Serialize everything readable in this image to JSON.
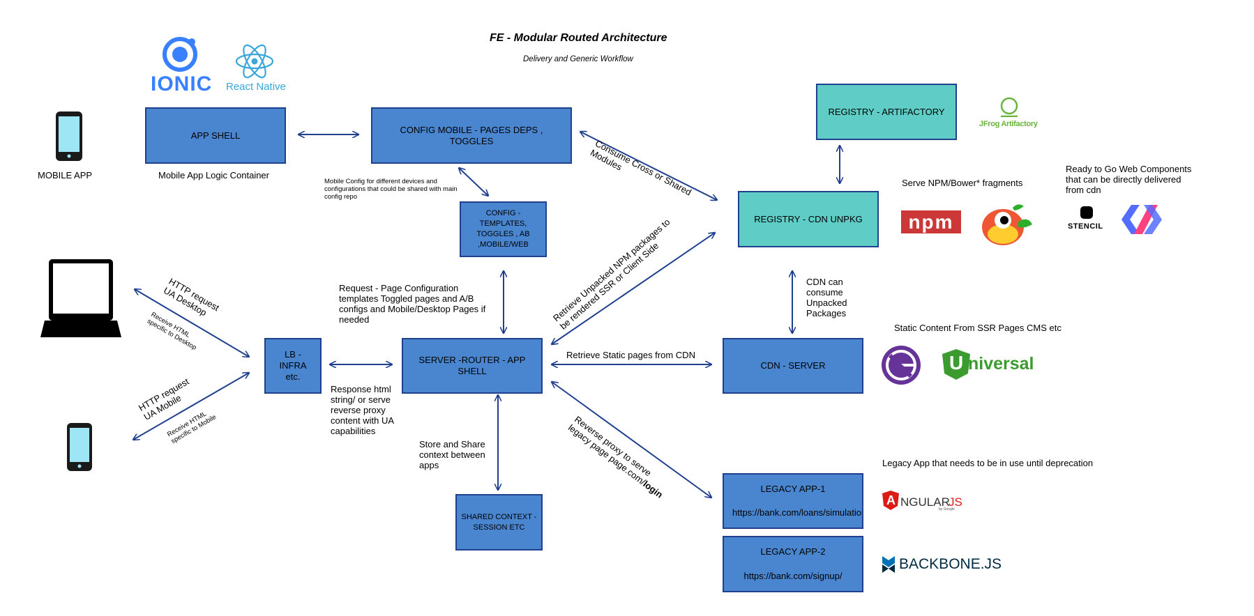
{
  "title": "FE -  Modular Routed Architecture",
  "subtitle": "Delivery and Generic Workflow",
  "boxes": {
    "app_shell": "APP SHELL",
    "config_mobile": "CONFIG MOBILE  - PAGES DEPS , TOGGLES",
    "config_templates": "CONFIG - TEMPLATES, TOGGLES , AB ,MOBILE/WEB",
    "registry_artifactory": "REGISTRY - ARTIFACTORY",
    "registry_cdn": "REGISTRY - CDN  UNPKG",
    "lb_infra": "LB - INFRA etc.",
    "server_router": "SERVER -ROUTER -  APP SHELL",
    "cdn_server": "CDN - SERVER",
    "shared_context": "SHARED CONTEXT - SESSION ETC",
    "legacy1_title": "LEGACY APP-1",
    "legacy1_url": "https://bank.com/loans/simulation",
    "legacy2_title": "LEGACY APP-2",
    "legacy2_url": "https://bank.com/signup/"
  },
  "labels": {
    "mobile_app": "MOBILE APP",
    "mobile_app_logic": "Mobile App Logic Container",
    "mobile_config_note": "Mobile Config for different devices and configurations that could be shared with main config repo",
    "consume_cross": "Consume Cross or Shared Modules",
    "serve_npm": "Serve NPM/Bower* fragments",
    "ready_to_go": "Ready to Go Web Components that can be directly delivered from cdn",
    "request_page_config": "Request - Page Configuration templates Toggled pages and A/B configs and Mobile/Desktop Pages if needed",
    "retrieve_unpacked": "Retrieve Unpacked NPM packages to be rendered SSR or Client Side",
    "cdn_can_consume": "CDN can consume Unpacked Packages",
    "http_desktop": "HTTP request UA  Desktop",
    "receive_desktop": "Receive HTML specific to Desktop",
    "http_mobile": "HTTP request UA  Mobile",
    "receive_mobile": "Receive HTML specific to Mobile",
    "response_html": "Response html string/ or serve reverse proxy content with UA capabilities",
    "retrieve_static": "Retrieve Static pages from CDN",
    "static_content": "Static Content From SSR Pages CMS etc",
    "store_share": "Store and Share context between apps",
    "reverse_proxy": "Reverse proxy to serve legacy page  page.com/",
    "reverse_proxy_bold": "login",
    "legacy_note": "Legacy App that needs to be in use until deprecation"
  },
  "logos": {
    "ionic": "IONIC",
    "react_native": "React Native",
    "jfrog": "JFrog Artifactory",
    "npm": "npm",
    "stencil": "STENCIL",
    "universal": "niversal",
    "universal_u": "U",
    "angular": "NGULAR",
    "angular_a": "A",
    "angular_js": "JS",
    "angular_by": "by Google",
    "backbone": "BACKBONE.JS"
  },
  "colors": {
    "box_blue": "#4a86cf",
    "box_teal": "#5fcdc6",
    "border": "#1f3f8f",
    "arrow": "#1f3f8f"
  }
}
